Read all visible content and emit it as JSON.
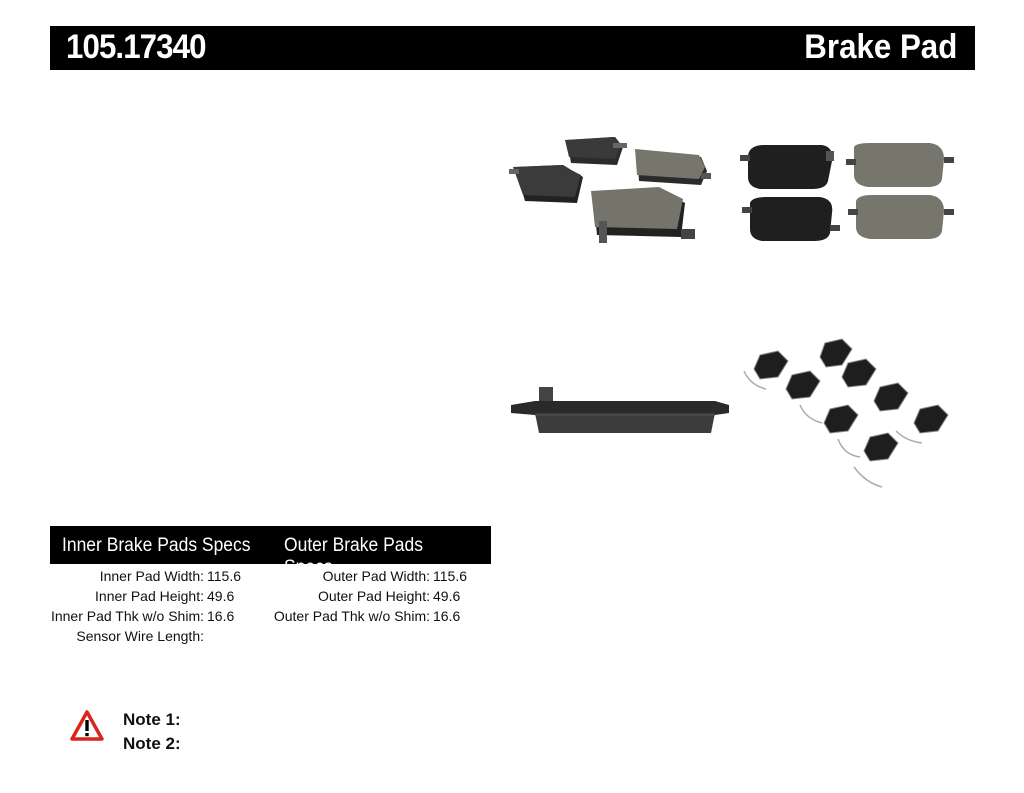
{
  "header": {
    "part_number": "105.17340",
    "title": "Brake Pad"
  },
  "images": [
    {
      "name": "brake-pads-set-perspective"
    },
    {
      "name": "brake-pads-front-back"
    },
    {
      "name": "brake-pad-side-profile"
    },
    {
      "name": "hardware-clips"
    }
  ],
  "specs": {
    "inner_heading": "Inner Brake Pads Specs",
    "outer_heading": "Outer Brake Pads Specs",
    "inner": [
      {
        "label": "Inner Pad Width:",
        "value": "115.6"
      },
      {
        "label": "Inner Pad Height:",
        "value": "49.6"
      },
      {
        "label": "Inner Pad Thk w/o Shim:",
        "value": "16.6"
      },
      {
        "label": "Sensor Wire Length:",
        "value": ""
      }
    ],
    "outer": [
      {
        "label": "Outer Pad Width:",
        "value": "115.6"
      },
      {
        "label": "Outer Pad Height:",
        "value": "49.6"
      },
      {
        "label": "Outer Pad Thk w/o Shim:",
        "value": "16.6"
      }
    ]
  },
  "notes": [
    {
      "label": "Note 1:"
    },
    {
      "label": "Note 2:"
    }
  ],
  "colors": {
    "header_bg": "#000000",
    "pad_friction": "#6e6e66",
    "pad_backing": "#2b2b2b",
    "warning_red": "#d9251c"
  }
}
